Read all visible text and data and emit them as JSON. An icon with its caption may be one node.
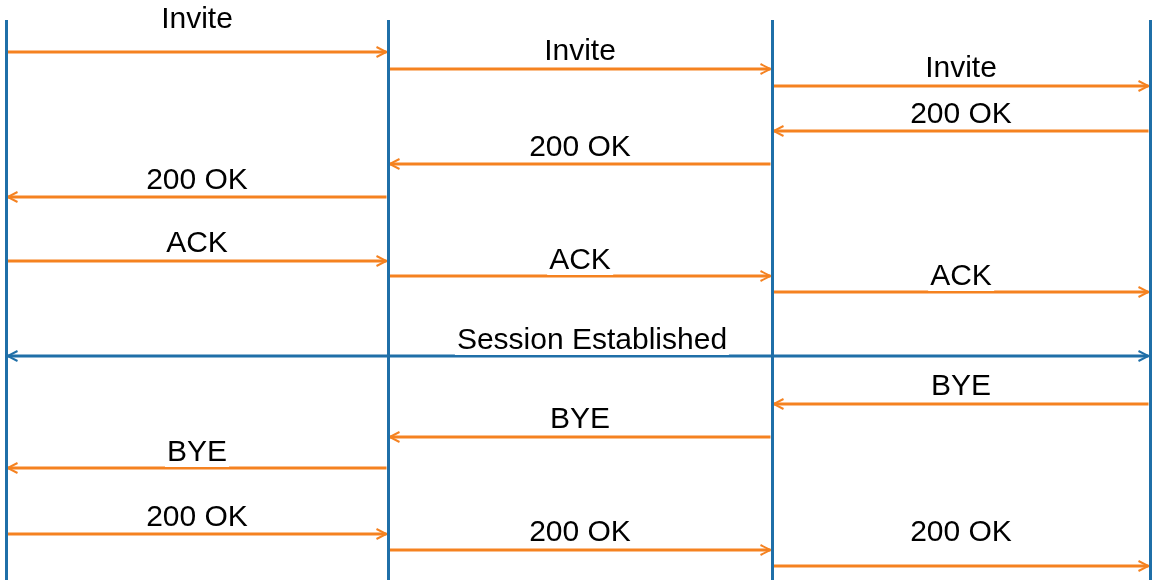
{
  "diagram": {
    "nodes": [
      {
        "text": [],
        "shape": "bar"
      },
      {
        "text": [],
        "shape": "bar"
      },
      {
        "text": [],
        "shape": "bar"
      },
      {
        "text": [],
        "shape": "bar"
      }
    ],
    "edges": [
      {
        "from": 0,
        "to": 1,
        "arrow": "to",
        "label": "Invite"
      },
      {
        "from": 1,
        "to": 2,
        "arrow": "to",
        "label": "Invite"
      },
      {
        "from": 2,
        "to": 3,
        "arrow": "to",
        "label": "Invite"
      },
      {
        "from": 3,
        "to": 2,
        "arrow": "to",
        "label": "200 OK"
      },
      {
        "from": 2,
        "to": 1,
        "arrow": "to",
        "label": "200 OK"
      },
      {
        "from": 1,
        "to": 0,
        "arrow": "to",
        "label": "200 OK"
      },
      {
        "from": 0,
        "to": 1,
        "arrow": "to",
        "label": "ACK"
      },
      {
        "from": 1,
        "to": 2,
        "arrow": "to",
        "label": "ACK"
      },
      {
        "from": 2,
        "to": 3,
        "arrow": "to",
        "label": "ACK"
      },
      {
        "from": 0,
        "to": 3,
        "arrow": "both",
        "label": "Session Established",
        "color": "#1f6fa8"
      },
      {
        "from": 3,
        "to": 2,
        "arrow": "to",
        "label": "BYE"
      },
      {
        "from": 2,
        "to": 1,
        "arrow": "to",
        "label": "BYE"
      },
      {
        "from": 1,
        "to": 0,
        "arrow": "to",
        "label": "BYE"
      },
      {
        "from": 0,
        "to": 1,
        "arrow": "to",
        "label": "200 OK"
      },
      {
        "from": 1,
        "to": 2,
        "arrow": "to",
        "label": "200 OK"
      },
      {
        "from": 2,
        "to": 3,
        "arrow": "to",
        "label": "200 OK"
      }
    ]
  }
}
